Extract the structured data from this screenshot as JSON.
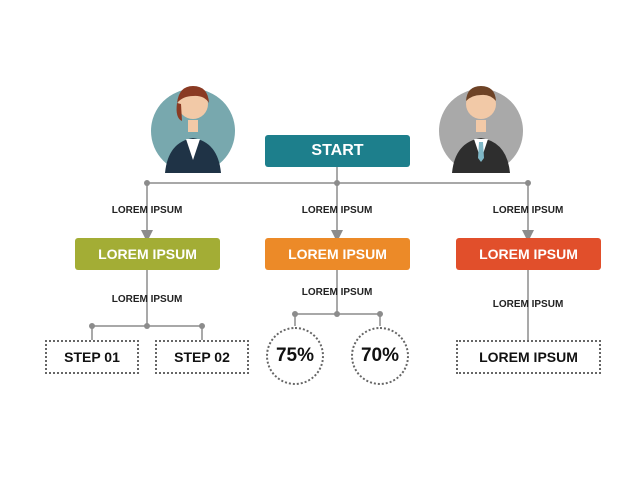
{
  "diagram": {
    "start": "START",
    "labels": {
      "branch_left": "LOREM IPSUM",
      "branch_mid": "LOREM IPSUM",
      "branch_right": "LOREM IPSUM",
      "under_left": "LOREM IPSUM",
      "under_mid": "LOREM IPSUM",
      "under_right": "LOREM IPSUM"
    },
    "boxes": {
      "left": "LOREM IPSUM",
      "middle": "LOREM IPSUM",
      "right": "LOREM IPSUM"
    },
    "steps": [
      "STEP 01",
      "STEP 02"
    ],
    "percents": [
      "75%",
      "70%"
    ],
    "final_right": "LOREM IPSUM"
  },
  "colors": {
    "start": "#1d7f8c",
    "left_box": "#a3ad35",
    "middle_box": "#ec8a28",
    "right_box": "#e14f2b",
    "connector": "#8c8c8c",
    "avatar_bg_female": "#78a8ae",
    "avatar_bg_male": "#a9a9a9"
  },
  "icons": [
    "businesswoman-avatar-icon",
    "businessman-avatar-icon"
  ]
}
